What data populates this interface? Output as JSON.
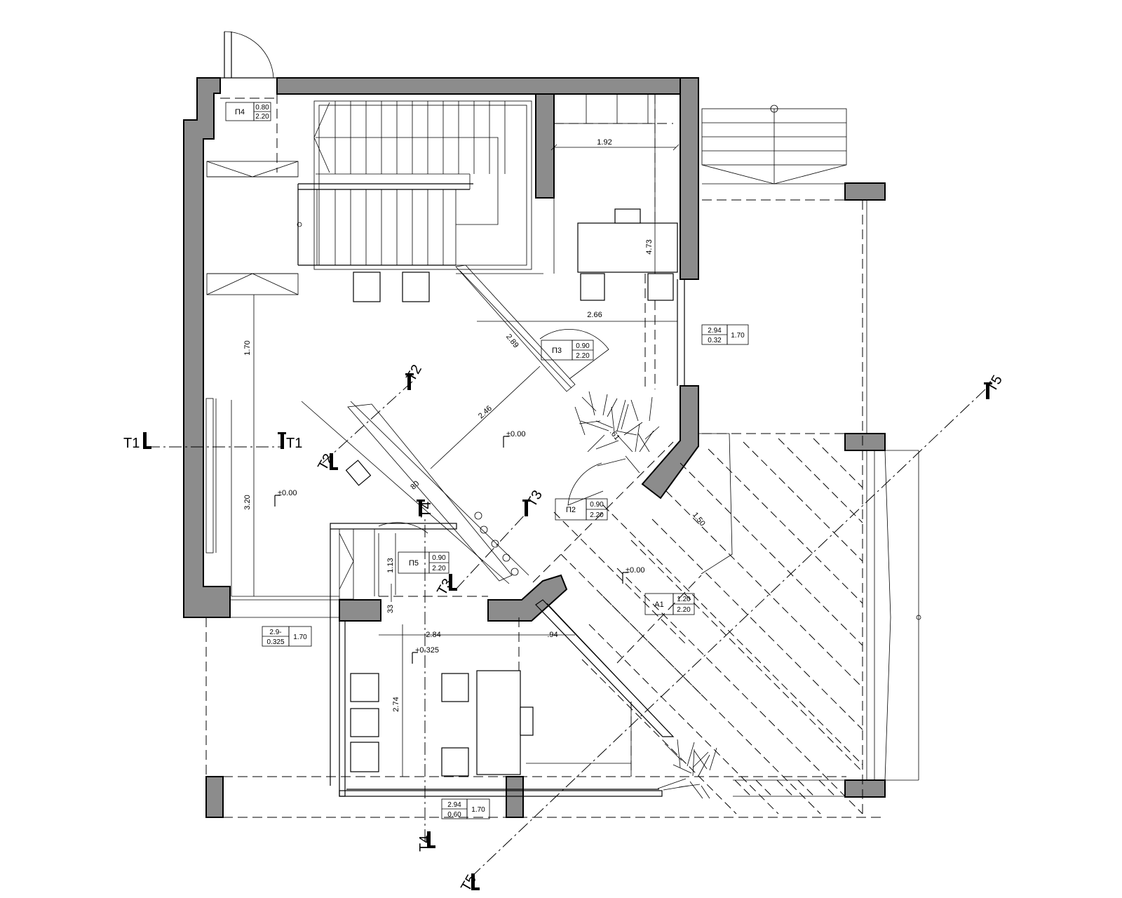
{
  "dimensions": {
    "d_192": "1.92",
    "d_473": "4.73",
    "d_266": "2.66",
    "d_289": "2.89",
    "d_170": "1.70",
    "d_246": "2.46",
    "d_320": "3.20",
    "d_080": "80",
    "d_113": "1.13",
    "d_033": "33",
    "d_284": "2.84",
    "d_094": ".94",
    "d_274": "2.74",
    "d_061": ".61",
    "d_150": "1.50"
  },
  "levels": {
    "hall": "±0.00",
    "room": "±0.00",
    "terrace": "±0.00",
    "office": "+0.325"
  },
  "doors": [
    {
      "tag": "П4",
      "w": "0.80",
      "h": "2.20"
    },
    {
      "tag": "П3",
      "w": "0.90",
      "h": "2.20"
    },
    {
      "tag": "П2",
      "w": "0.90",
      "h": "2.20"
    },
    {
      "tag": "П5",
      "w": "0.90",
      "h": "2.20"
    },
    {
      "tag": "A1",
      "w": "1.20",
      "h": "2.20"
    }
  ],
  "windows": [
    {
      "top": "2.94",
      "bottom": "0.32",
      "height": "1.70"
    },
    {
      "top": "2.9-",
      "bottom": "0.325",
      "height": "1.70"
    },
    {
      "top": "2.94",
      "bottom": "0.60",
      "height": "1.70"
    }
  ],
  "sections": {
    "t1": "T1",
    "t2": "T2",
    "t3": "T3",
    "t4": "T4",
    "t5": "T5"
  }
}
